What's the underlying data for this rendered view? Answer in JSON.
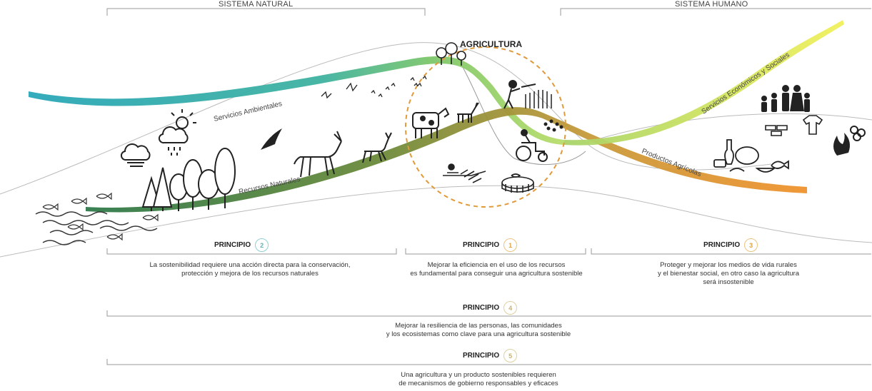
{
  "header": {
    "natural": "SISTEMA NATURAL",
    "humano": "SISTEMA HUMANO"
  },
  "center": {
    "title": "AGRICULTURA"
  },
  "curves": {
    "servicios_ambientales": "Servicios Ambientales",
    "recursos_naturales": "Recursos Naturales",
    "productos_agricolas": "Productos Agrícolas",
    "servicios_economicos": "Servicios Económicos y Sociales"
  },
  "principles": [
    {
      "word": "PRINCIPIO",
      "num": "2",
      "color": "#5bb5b8",
      "lines": [
        "La sostenibilidad requiere una acción directa para la conservación,",
        "protección y mejora de los recursos naturales"
      ]
    },
    {
      "word": "PRINCIPIO",
      "num": "1",
      "color": "#e0a23c",
      "lines": [
        "Mejorar la eficiencia en el uso de los recursos",
        "es fundamental para conseguir una agricultura sostenible"
      ]
    },
    {
      "word": "PRINCIPIO",
      "num": "3",
      "color": "#e0a23c",
      "lines": [
        "Proteger y mejorar los medios de vida rurales",
        "y el bienestar social, en otro caso la agricultura",
        "será  insostenible"
      ]
    },
    {
      "word": "PRINCIPIO",
      "num": "4",
      "color": "#c9b36a",
      "lines": [
        "Mejorar la resiliencia de las personas, las comunidades",
        "y los ecosistemas como clave para una agricultura sostenible"
      ]
    },
    {
      "word": "PRINCIPIO",
      "num": "5",
      "color": "#c9b36a",
      "lines": [
        "Una agricultura y un producto sostenibles requieren",
        "de mecanismos de gobierno responsables y eficaces"
      ]
    }
  ],
  "colors": {
    "teal": "#2aa7b8",
    "green": "#7cbf5a",
    "olive": "#6f8f3a",
    "orange": "#f0932e",
    "yellow": "#e6e84a",
    "dash": "#e09a3a"
  },
  "icons": [
    "fish-icon",
    "wave-icon",
    "tree-icon",
    "cloud-icon",
    "sun-cloud-rain-icon",
    "bird-icon",
    "butterfly-icon",
    "antelope-icon",
    "deer-icon",
    "cow-icon",
    "goat-icon",
    "farmer-icon",
    "tractor-icon",
    "irrigation-icon",
    "fish-farm-icon",
    "family-icon",
    "clothes-icon",
    "fire-icon",
    "firewood-icon",
    "food-icon"
  ]
}
